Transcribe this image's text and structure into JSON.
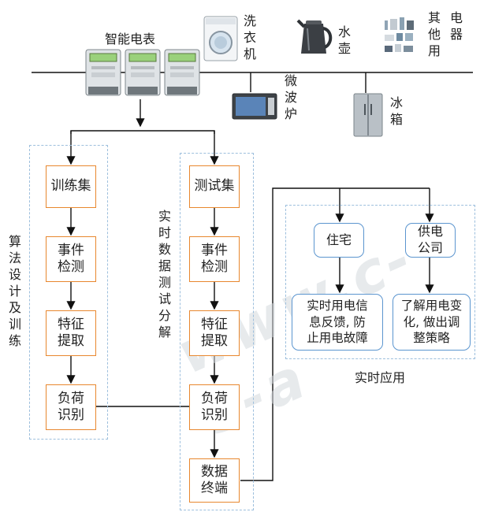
{
  "top": {
    "smart_meter": "智能电表",
    "appliances": {
      "washer": "洗\n衣\n机",
      "kettle": "水\n壶",
      "others": "其\n他\n用",
      "others2": "电\n器",
      "microwave": "微\n波\n炉",
      "fridge": "冰\n箱"
    }
  },
  "left_group": {
    "side_label": "算\n法\n设\n计\n及\n训\n练",
    "boxes": [
      "训练集",
      "事件\n检测",
      "特征\n提取",
      "负荷\n识别"
    ]
  },
  "mid_group": {
    "side_label": "实\n时\n数\n据\n测\n试\n分\n解",
    "boxes": [
      "测试集",
      "事件\n检测",
      "特征\n提取",
      "负荷\n识别",
      "数据\n终端"
    ]
  },
  "app_group": {
    "residence": "住宅",
    "power_company": "供电\n公司",
    "residence_detail": "实时用电信\n息反馈, 防\n止用电故障",
    "company_detail": "了解用电变\n化, 做出调\n整策略",
    "caption": "实时应用"
  },
  "watermark": "www.c-s-a"
}
